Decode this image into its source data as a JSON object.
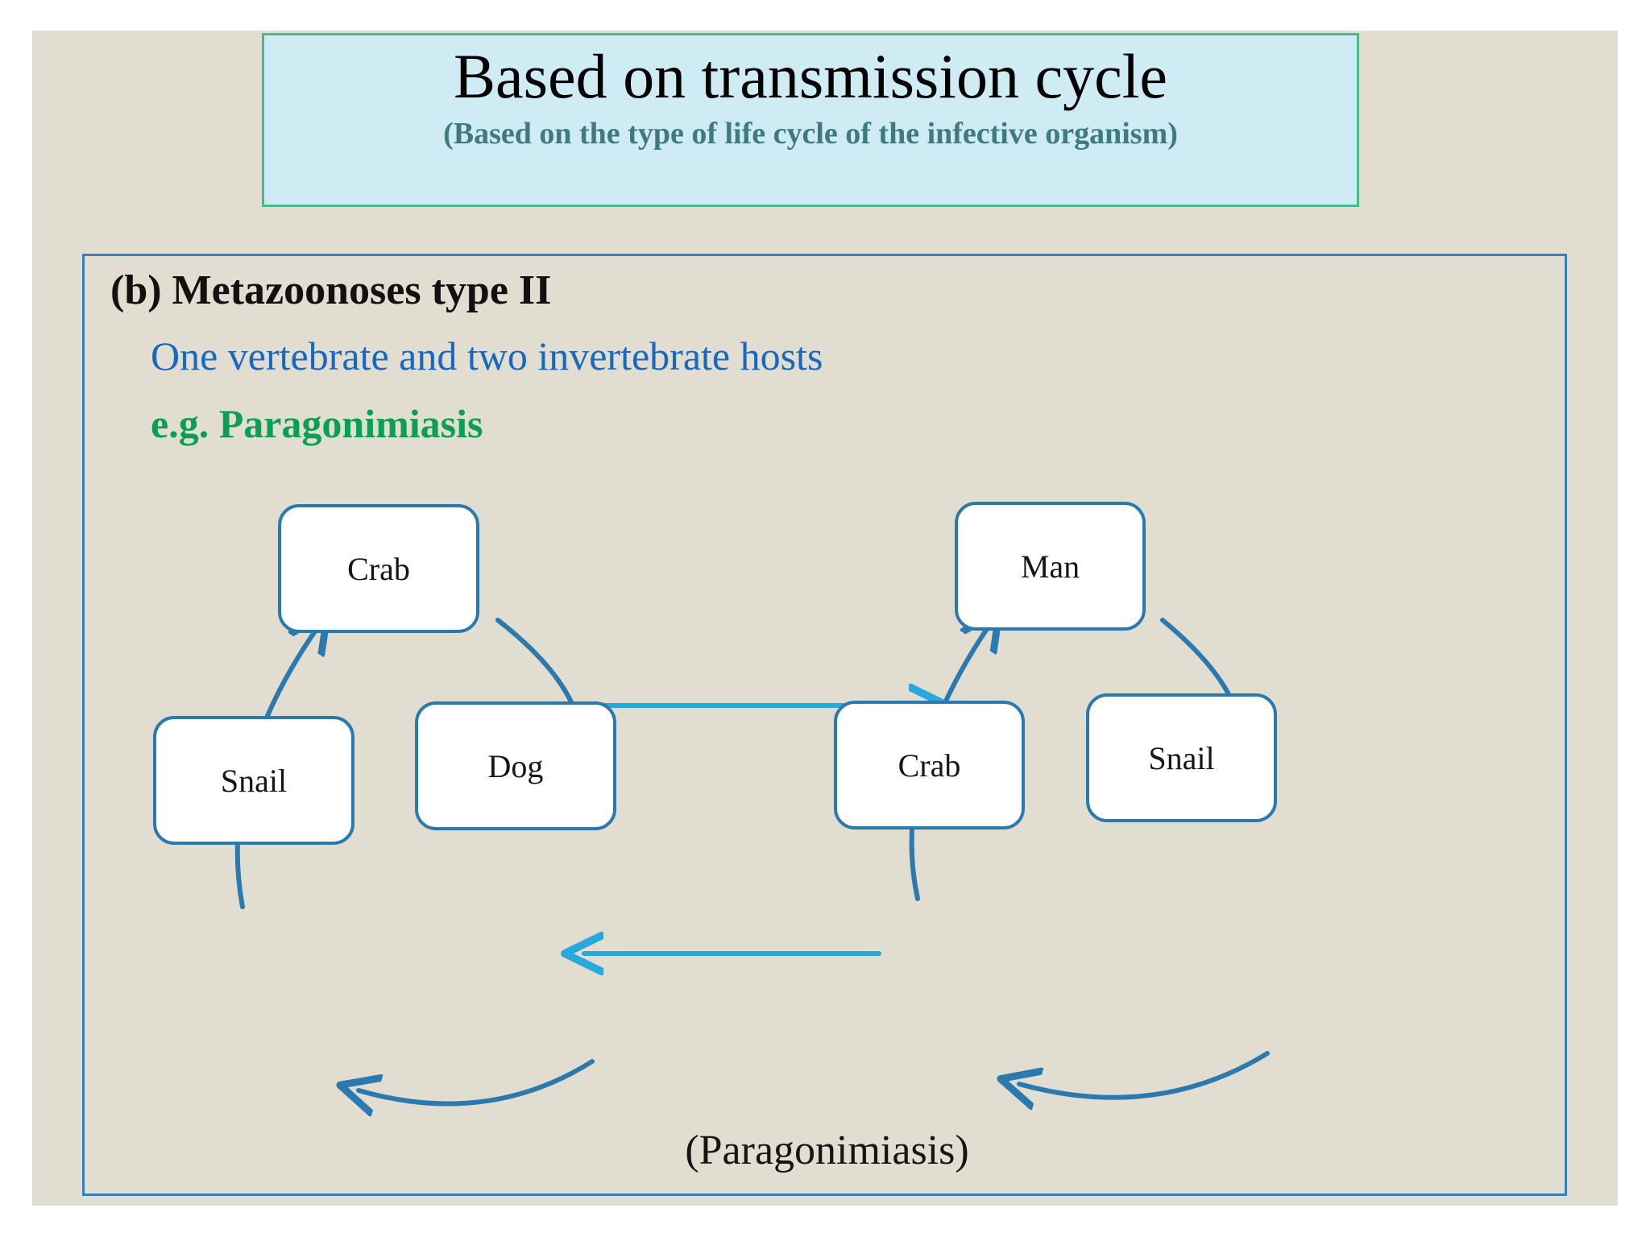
{
  "slide": {
    "background_color": "#e2ddd1",
    "title": {
      "main": "Based on transmission cycle",
      "subtitle": "(Based on the type of life cycle of the infective organism)",
      "box_fill": "#cfecf5",
      "box_border": "#44bc8f",
      "main_color": "#000000",
      "subtitle_color": "#3f7a7f"
    },
    "content": {
      "border_color": "#3580bf",
      "heading": "(b) Metazoonoses type II",
      "heading_color": "#111111",
      "hosts_line": "One vertebrate and two invertebrate hosts",
      "hosts_line_color": "#1668c0",
      "example_line": "e.g. Paragonimiasis",
      "example_line_color": "#0aa051",
      "caption": "(Paragonimiasis)"
    },
    "diagram": {
      "node_fill": "#ffffff",
      "node_border": "#2a7ab0",
      "arc_arrow_color": "#2a7ab0",
      "link_arrow_color": "#29a8dc",
      "left_cycle": {
        "name": "dog-cycle",
        "nodes": [
          {
            "id": "crab-left",
            "label": "Crab"
          },
          {
            "id": "dog",
            "label": "Dog"
          },
          {
            "id": "snail-left",
            "label": "Snail"
          }
        ],
        "edges": [
          {
            "from": "crab-left",
            "to": "dog"
          },
          {
            "from": "dog",
            "to": "snail-left"
          },
          {
            "from": "snail-left",
            "to": "crab-left"
          }
        ]
      },
      "right_cycle": {
        "name": "man-cycle",
        "nodes": [
          {
            "id": "man",
            "label": "Man"
          },
          {
            "id": "snail-right",
            "label": "Snail"
          },
          {
            "id": "crab-right",
            "label": "Crab"
          }
        ],
        "edges": [
          {
            "from": "man",
            "to": "snail-right"
          },
          {
            "from": "snail-right",
            "to": "crab-right"
          },
          {
            "from": "crab-right",
            "to": "man"
          }
        ]
      },
      "cross_links": [
        {
          "id": "crab-left-to-man",
          "direction": "right"
        },
        {
          "id": "crab-right-to-dog",
          "direction": "left"
        }
      ]
    }
  }
}
